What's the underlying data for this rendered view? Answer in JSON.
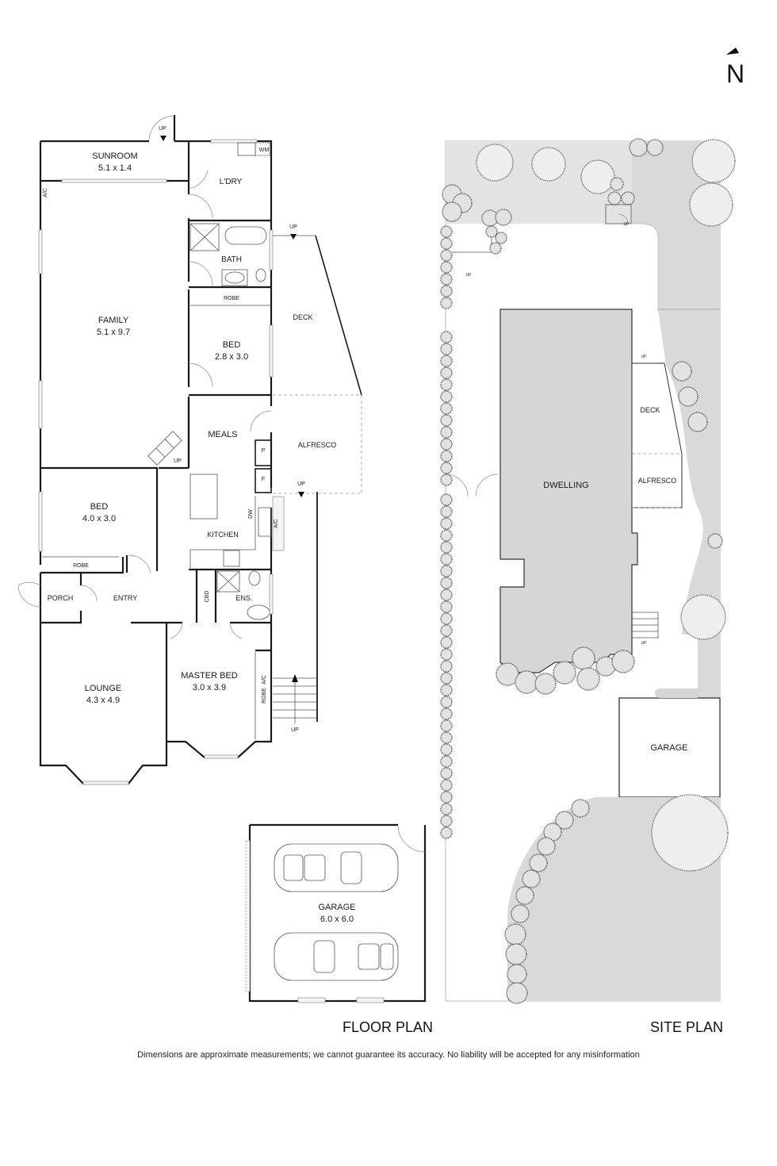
{
  "compass": {
    "label": "N",
    "icon": "north-arrow-icon"
  },
  "floor_plan": {
    "title": "FLOOR PLAN",
    "rooms": [
      {
        "id": "sunroom",
        "name": "SUNROOM",
        "dims": "5.1 x 1.4"
      },
      {
        "id": "family",
        "name": "FAMILY",
        "dims": "5.1 x 9.7"
      },
      {
        "id": "laundry",
        "name": "L'DRY",
        "dims": ""
      },
      {
        "id": "bath",
        "name": "BATH",
        "dims": ""
      },
      {
        "id": "bed2",
        "name": "BED",
        "dims": "2.8 x 3.0"
      },
      {
        "id": "deck",
        "name": "DECK",
        "dims": ""
      },
      {
        "id": "meals",
        "name": "MEALS",
        "dims": ""
      },
      {
        "id": "alfresco",
        "name": "ALFRESCO",
        "dims": ""
      },
      {
        "id": "kitchen",
        "name": "KITCHEN",
        "dims": ""
      },
      {
        "id": "bed3",
        "name": "BED",
        "dims": "4.0 x 3.0"
      },
      {
        "id": "porch",
        "name": "PORCH",
        "dims": ""
      },
      {
        "id": "entry",
        "name": "ENTRY",
        "dims": ""
      },
      {
        "id": "ensuite",
        "name": "ENS.",
        "dims": ""
      },
      {
        "id": "lounge",
        "name": "LOUNGE",
        "dims": "4.3 x 4.9"
      },
      {
        "id": "master",
        "name": "MASTER BED",
        "dims": "3.0 x 3.9"
      },
      {
        "id": "garage",
        "name": "GARAGE",
        "dims": "6.0 x 6.0"
      }
    ],
    "fixtures": {
      "robe": "ROBE",
      "ac": "A/C",
      "wm": "WM",
      "pantry": "P",
      "fridge": "F",
      "dishwasher": "DW",
      "cupboard": "CBD",
      "up": "UP"
    }
  },
  "site_plan": {
    "title": "SITE PLAN",
    "labels": {
      "dwelling": "DWELLING",
      "deck": "DECK",
      "alfresco": "ALFRESCO",
      "garage": "GARAGE",
      "up": "UP"
    }
  },
  "disclaimer": "Dimensions are approximate measurements; we cannot guarantee its accuracy. No liability will be accepted for any misinformation"
}
